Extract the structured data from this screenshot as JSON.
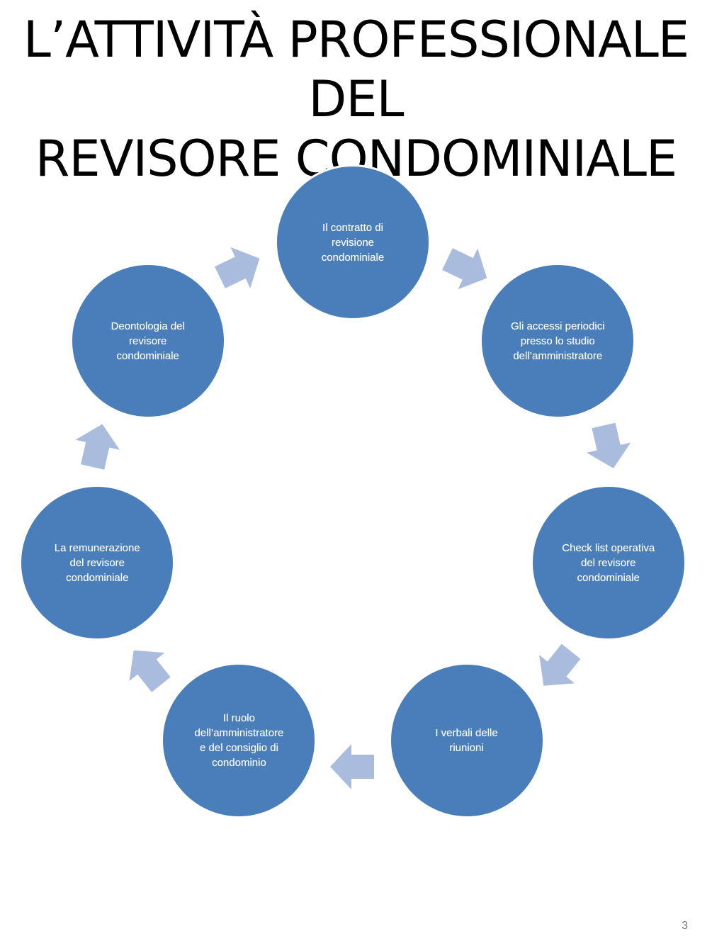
{
  "title": {
    "line1": "L’ATTIVITÀ PROFESSIONALE DEL",
    "line2": "REVISORE CONDOMINIALE"
  },
  "cycle": {
    "node_color": "#4A7EBB",
    "node_border_color": "#FFFFFF",
    "arrow_color": "#A9BCDD",
    "nodes": [
      {
        "label": "Il contratto di\nrevisione\ncondominiale"
      },
      {
        "label": "Gli accessi periodici\npresso lo studio\ndell’amministratore"
      },
      {
        "label": "Check list operativa\ndel revisore\ncondominiale"
      },
      {
        "label": "I verbali delle\nriunioni"
      },
      {
        "label": "Il ruolo\ndell’amministratore\ne del consiglio di\ncondominio"
      },
      {
        "label": "La remunerazione\ndel revisore\ncondominiale"
      },
      {
        "label": "Deontologia del\nrevisore\ncondominiale"
      }
    ],
    "arrow_icon": "block-arrow-icon"
  },
  "page_number": "3"
}
